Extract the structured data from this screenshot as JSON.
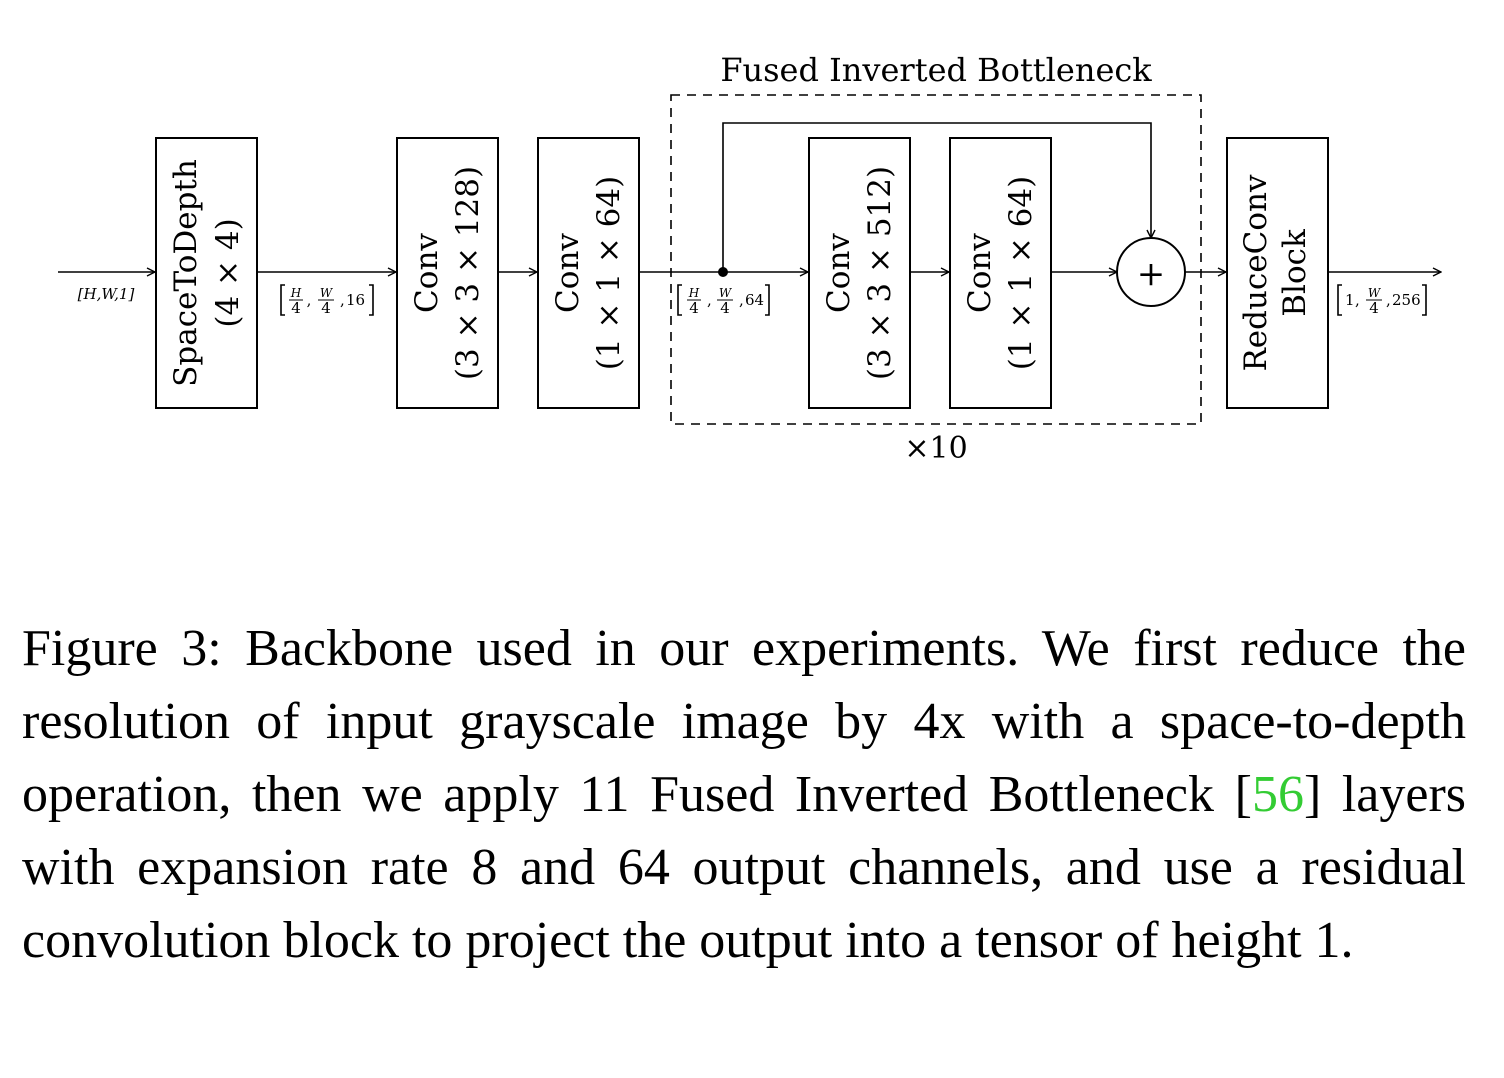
{
  "diagram": {
    "group_title": "Fused Inverted Bottleneck",
    "repeat_label": "×10",
    "blocks": {
      "space_to_depth": {
        "line1": "SpaceToDepth",
        "line2": "(4 × 4)"
      },
      "conv1": {
        "line1": "Conv",
        "line2": "(3 × 3 × 128)"
      },
      "conv2": {
        "line1": "Conv",
        "line2": "(1 × 1 × 64)"
      },
      "conv3": {
        "line1": "Conv",
        "line2": "(3 × 3 × 512)"
      },
      "conv4": {
        "line1": "Conv",
        "line2": "(1 × 1 × 64)"
      },
      "reduce": {
        "line1": "ReduceConv",
        "line2": "Block"
      }
    },
    "add_symbol": "+",
    "dims": {
      "input": "[H,W,1]",
      "after_std": {
        "a": "H",
        "b": "W",
        "denom": "4",
        "c": "16"
      },
      "after_conv": {
        "a": "H",
        "b": "W",
        "denom": "4",
        "c": "64"
      },
      "output": {
        "a": "1",
        "b": "W",
        "denom": "4",
        "c": "256"
      }
    }
  },
  "caption": {
    "before": "Figure 3: Backbone used in our experiments. We first re­duce the resolution of input grayscale image by 4x with a space-to-depth operation, then we apply 11 Fused Inverted Bottleneck [",
    "citation": "56",
    "after": "] layers with expansion rate 8 and 64 output channels, and use a residual convolution block to project the output into a tensor of height 1."
  }
}
